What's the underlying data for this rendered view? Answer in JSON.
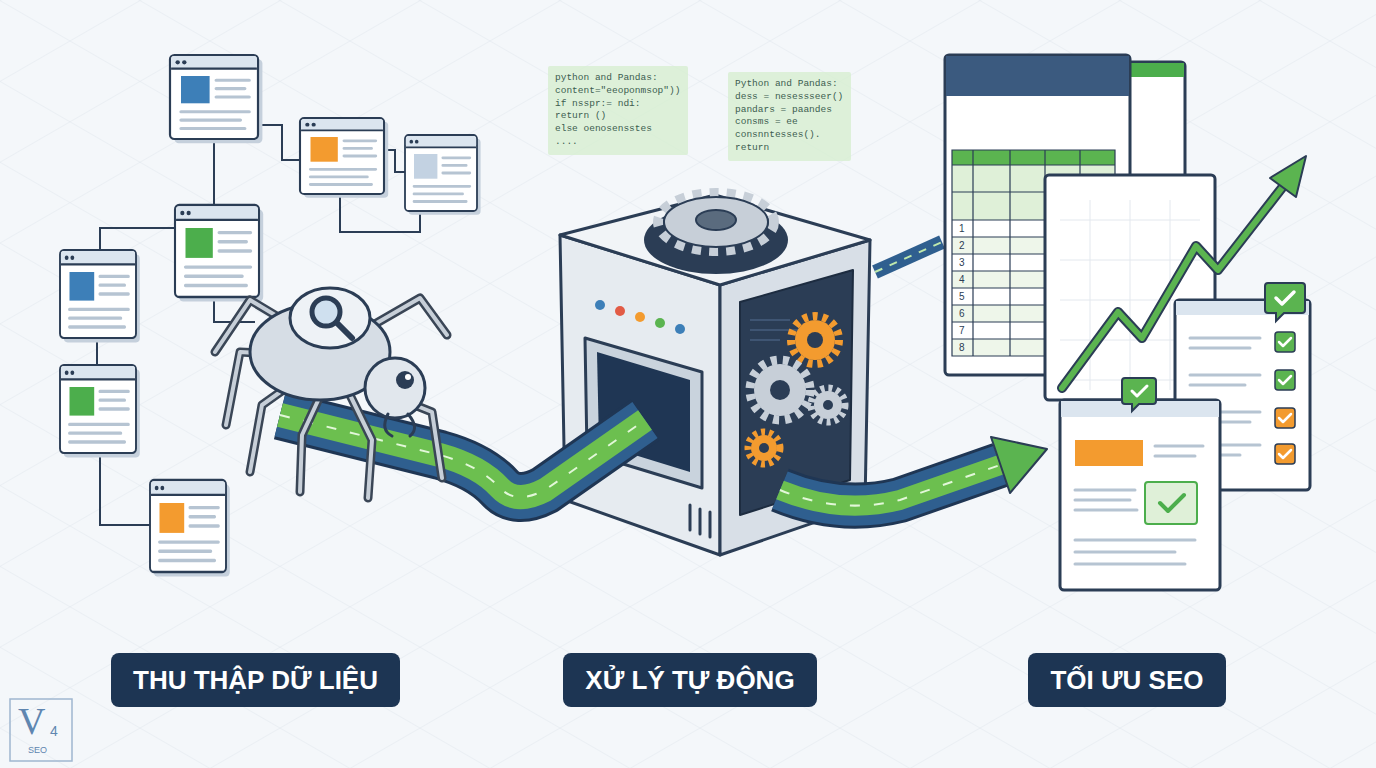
{
  "diagram": {
    "nodes": [
      {
        "text": [
          "python and Pandas:",
          "content=\"eeoponmsop\"))",
          "if nsspr:= ndi:",
          "return ()",
          "else oenosensstes",
          "...."
        ]
      },
      {
        "text": [
          "Python and Pandas:",
          "dess = nesessseer()",
          "pandars = paandes",
          "consms = ee",
          "consnntesses().",
          "return"
        ]
      },
      {
        "text": [
          "THU THẬP DỮ LIỆU"
        ]
      },
      {
        "text": [
          "XỬ LÝ TỰ ĐỘNG"
        ]
      },
      {
        "text": [
          "TỐI ƯU SEO"
        ]
      }
    ],
    "labels": [
      "1",
      "2",
      "3",
      "4",
      "5",
      "6",
      "7",
      "8",
      "V",
      "4",
      "SEO"
    ]
  }
}
